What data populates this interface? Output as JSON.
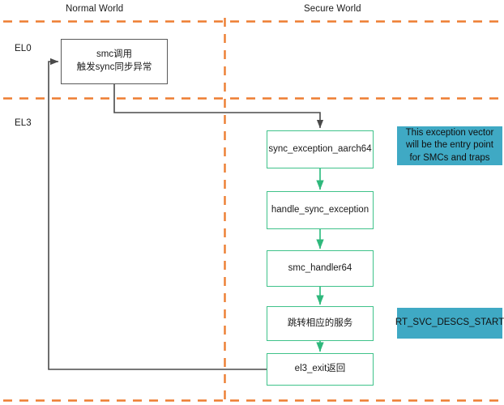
{
  "diagram": {
    "title_normal_world": "Normal World",
    "title_secure_world": "Secure World",
    "levels": {
      "el0": "EL0",
      "el3": "EL3"
    },
    "colors": {
      "orange_divider": "#ED7D31",
      "green_box": "#3FC28A",
      "gray_box": "#595959",
      "note_fill": "#3FA9C4",
      "background": "#FFFFFF",
      "text": "#1A1A1A"
    },
    "nodes": [
      {
        "id": "smc-call",
        "style": "gray",
        "line1": "smc调用",
        "line2": "触发sync同步异常"
      },
      {
        "id": "sync-exception-aarch64",
        "style": "green",
        "label": "sync_exception_aarch64"
      },
      {
        "id": "handle-sync-exception",
        "style": "green",
        "label": "handle_sync_exception"
      },
      {
        "id": "smc-handler64",
        "style": "green",
        "label": "smc_handler64"
      },
      {
        "id": "jump-to-service",
        "style": "green",
        "label": "跳转相应的服务"
      },
      {
        "id": "el3-exit",
        "style": "green",
        "label": "el3_exit返回"
      }
    ],
    "notes": [
      {
        "id": "exception-vector-note",
        "line1": "This exception vector",
        "line2": "will be the entry point",
        "line3": "for SMCs and traps"
      },
      {
        "id": "rt-svc-descs-note",
        "label": "RT_SVC_DESCS_START"
      }
    ]
  }
}
